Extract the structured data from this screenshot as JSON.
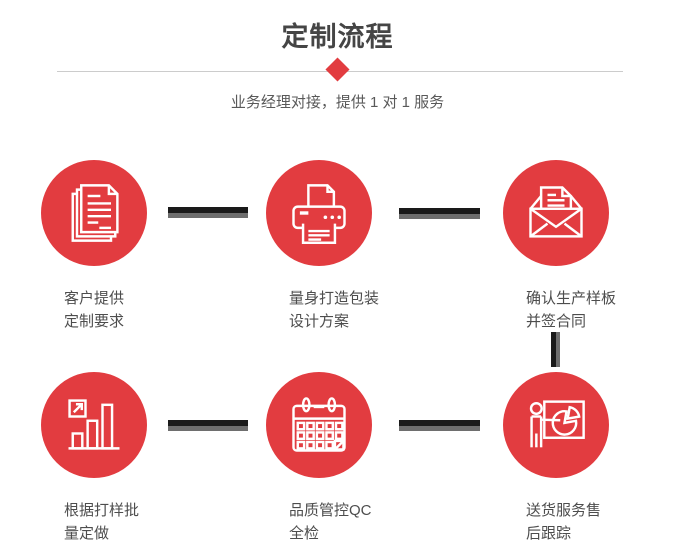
{
  "page": {
    "title": "定制流程",
    "subtitle": "业务经理对接，提供 1 对 1 服务"
  },
  "colors": {
    "accent_red": "#e23c40",
    "title_gray": "#454545",
    "subtitle_gray": "#595959",
    "label_gray": "#4d4d4d",
    "divider_gray": "#cccccc",
    "connector_black": "#1a1a1a",
    "connector_gray": "#6e6e6e"
  },
  "decorations": {
    "divider_diamond": "red-diamond",
    "connectors": [
      "h-bar",
      "h-bar",
      "v-bar",
      "h-bar",
      "h-bar"
    ]
  },
  "steps": [
    {
      "icon": "documents-icon",
      "label_line1": "客户提供",
      "label_line2": "定制要求"
    },
    {
      "icon": "printer-icon",
      "label_line1": "量身打造包装",
      "label_line2": "设计方案"
    },
    {
      "icon": "envelope-icon",
      "label_line1": "确认生产样板",
      "label_line2": "并签合同"
    },
    {
      "icon": "bar-chart-icon",
      "label_line1": "根据打样批",
      "label_line2": "量定做"
    },
    {
      "icon": "calendar-icon",
      "label_line1": "品质管控QC",
      "label_line2": "全检"
    },
    {
      "icon": "presentation-icon",
      "label_line1": "送货服务售",
      "label_line2": "后跟踪"
    }
  ]
}
